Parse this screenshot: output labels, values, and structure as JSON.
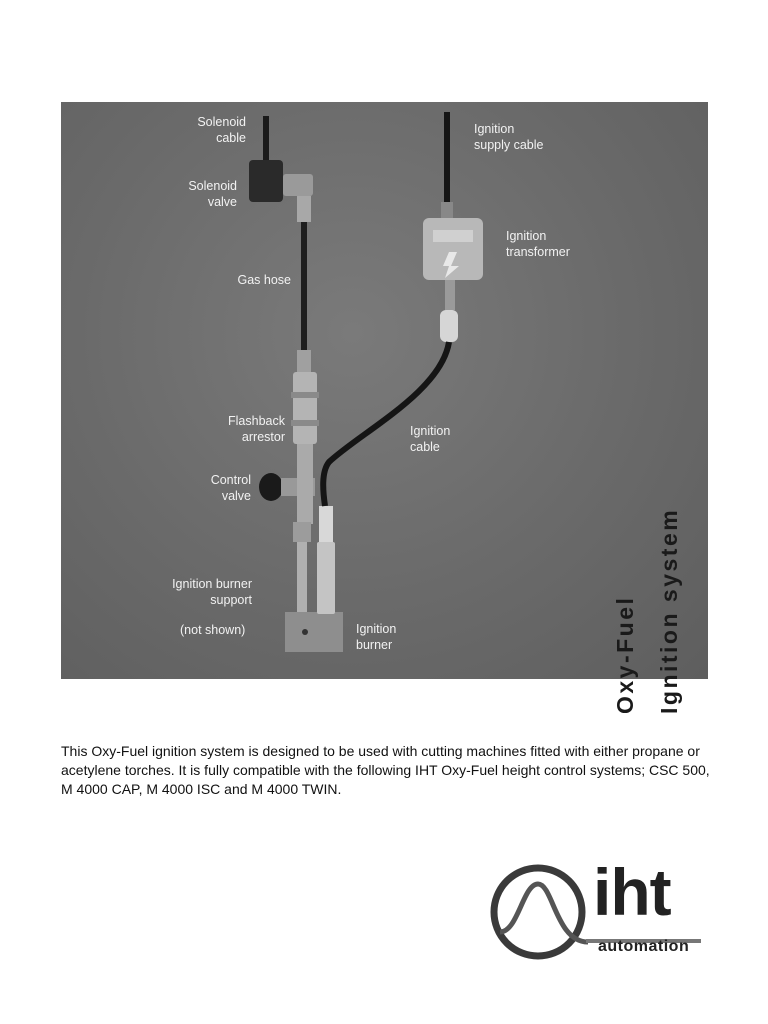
{
  "photo": {
    "labels": {
      "solenoid_cable": [
        "Solenoid",
        "cable"
      ],
      "solenoid_valve": [
        "Solenoid",
        "valve"
      ],
      "gas_hose": [
        "Gas hose"
      ],
      "flashback_arrestor": [
        "Flashback",
        "arrestor"
      ],
      "control_valve": [
        "Control",
        "valve"
      ],
      "ignition_burner_support": [
        "Ignition burner",
        "support"
      ],
      "not_shown": [
        "(not shown)"
      ],
      "ignition_supply_cable": [
        "Ignition",
        "supply cable"
      ],
      "ignition_transformer": [
        "Ignition",
        "transformer"
      ],
      "ignition_cable": [
        "Ignition",
        "cable"
      ],
      "ignition_burner": [
        "Ignition",
        "burner"
      ]
    }
  },
  "side_title": {
    "line1": "Oxy-Fuel",
    "line2": "Ignition system"
  },
  "caption": "This Oxy-Fuel ignition system is designed to be used with cutting machines fitted with either propane or acetylene torches. It is fully compatible with the following IHT Oxy-Fuel height control systems; CSC 500, M 4000 CAP, M 4000 ISC and M 4000 TWIN.",
  "logo": {
    "brand": "iht",
    "subtitle": "automation"
  }
}
